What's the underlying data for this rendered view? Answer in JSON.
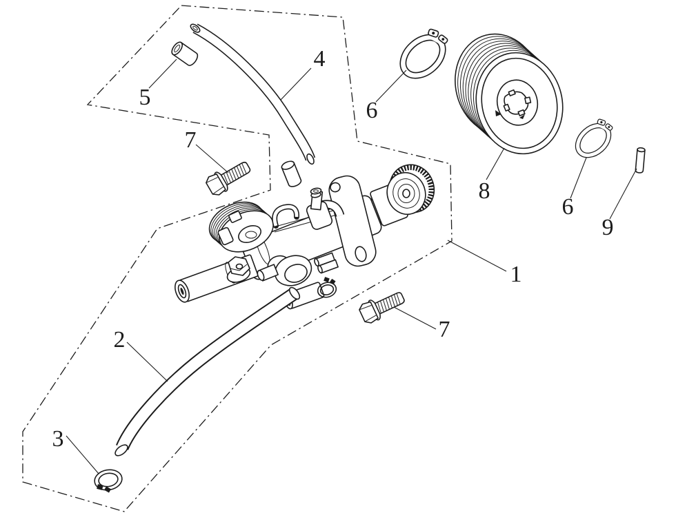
{
  "figure": {
    "type": "exploded-parts-diagram",
    "background_color": "#ffffff",
    "line_color": "#1c1c1c"
  },
  "callouts": [
    {
      "number": "1"
    },
    {
      "number": "2"
    },
    {
      "number": "3"
    },
    {
      "number": "4"
    },
    {
      "number": "5"
    },
    {
      "number": "6"
    },
    {
      "number": "6"
    },
    {
      "number": "7"
    },
    {
      "number": "7"
    },
    {
      "number": "8"
    },
    {
      "number": "9"
    }
  ]
}
